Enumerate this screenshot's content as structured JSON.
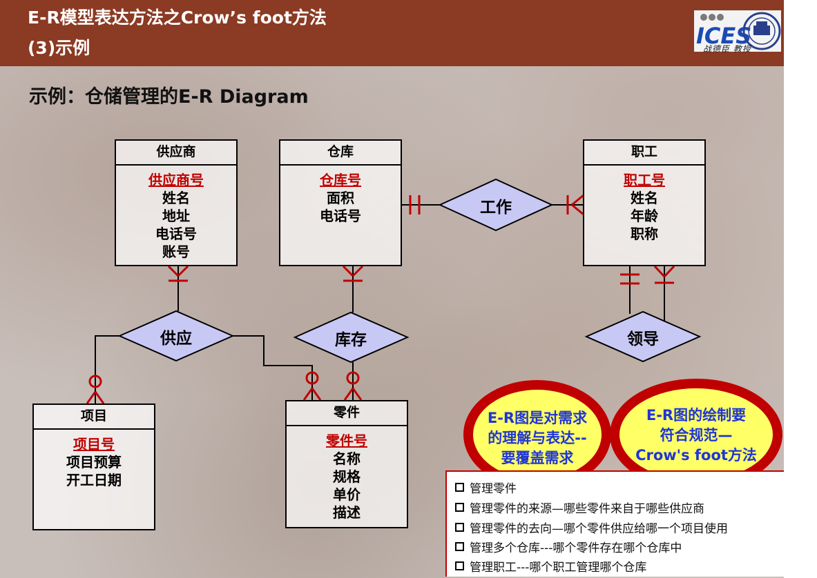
{
  "header": {
    "title_line1": "E-R模型表达方法之Crow’s foot方法",
    "title_line2": "(3)示例",
    "logo_text": "ICES",
    "author": "战德臣 教授"
  },
  "subtitle": "示例：仓储管理的E-R Diagram",
  "entities": {
    "supplier": {
      "name": "供应商",
      "pk": "供应商号",
      "attrs": [
        "姓名",
        "地址",
        "电话号",
        "账号"
      ]
    },
    "warehouse": {
      "name": "仓库",
      "pk": "仓库号",
      "attrs": [
        "面积",
        "电话号"
      ]
    },
    "employee": {
      "name": "职工",
      "pk": "职工号",
      "attrs": [
        "姓名",
        "年龄",
        "职称"
      ]
    },
    "project": {
      "name": "项目",
      "pk": "项目号",
      "attrs": [
        "项目预算",
        "开工日期"
      ]
    },
    "part": {
      "name": "零件",
      "pk": "零件号",
      "attrs": [
        "名称",
        "规格",
        "单价",
        "描述"
      ]
    }
  },
  "relationships": {
    "work": "工作",
    "supply": "供应",
    "stock": "库存",
    "lead": "领导"
  },
  "callouts": {
    "left": [
      "E-R图是对需求",
      "的理解与表达--",
      "要覆盖需求"
    ],
    "right": [
      "E-R图的绘制要",
      "符合规范—",
      "Crow's foot方法"
    ]
  },
  "requirements": [
    "管理零件",
    "管理零件的来源—哪些零件来自于哪些供应商",
    "管理零件的去向—哪个零件供应给哪一个项目使用",
    "管理多个仓库---哪个零件存在哪个仓库中",
    "管理职工---哪个职工管理哪个仓库"
  ],
  "colors": {
    "header_bg": "#8b3a23",
    "diamond_fill": "#c8c8f5",
    "notation": "#c00000",
    "callout_text": "#1f35d6",
    "callout_fill": "#ffff66",
    "callout_ring": "#c00000"
  }
}
